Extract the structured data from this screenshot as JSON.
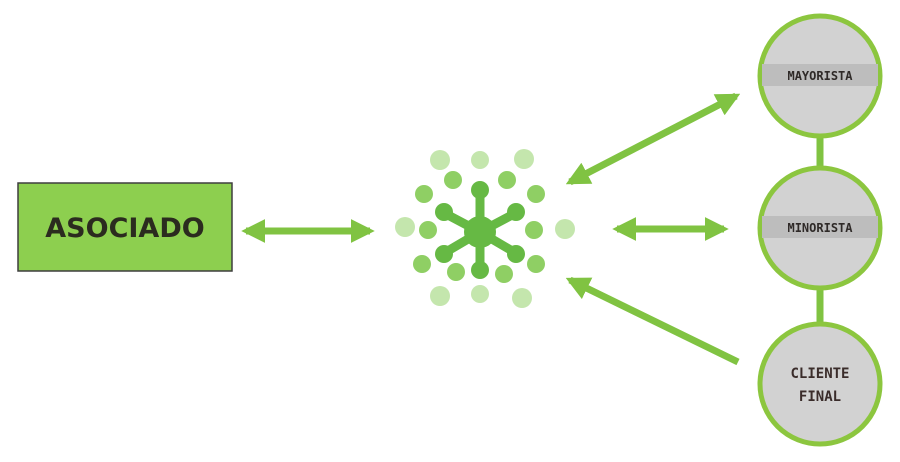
{
  "associate": {
    "label": "ASOCIADO"
  },
  "nodes": {
    "mayorista": {
      "label": "MAYORISTA"
    },
    "minorista": {
      "label": "MINORISTA"
    },
    "cliente_final": {
      "line1": "CLIENTE",
      "line2": "FINAL"
    }
  },
  "hub": {
    "icon": "network-hub-icon"
  },
  "colors": {
    "arrow": "#80c342",
    "box_fill": "#8dcf4f",
    "box_border": "#3e3e3e",
    "node_fill": "#d2d2d2",
    "node_border": "#8cc63f",
    "label_band": "#bdbdbd",
    "hub_dark": "#66b944",
    "hub_mid": "#8acd5e",
    "hub_light": "#bfe3a6"
  }
}
